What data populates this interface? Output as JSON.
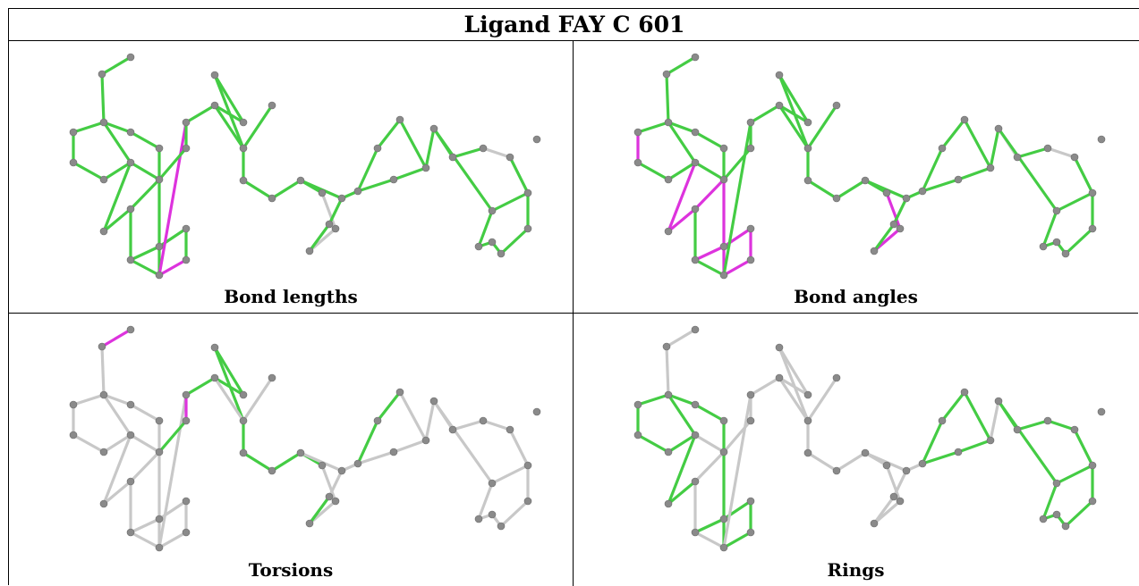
{
  "title": "Ligand FAY C 601",
  "colors": {
    "ok": "#44cc44",
    "outlier": "#dd33dd",
    "neutral": "#c8c8c8",
    "atom": "#8a8a8a"
  },
  "panels": [
    {
      "id": "bond-lengths",
      "caption": "Bond lengths",
      "magenta": [
        [
          12,
          20
        ],
        [
          20,
          19
        ]
      ],
      "gray": [
        [
          27,
          28
        ],
        [
          28,
          29
        ],
        [
          33,
          37
        ],
        [
          39,
          40
        ]
      ]
    },
    {
      "id": "bond-angles",
      "caption": "Bond angles",
      "magenta": [
        [
          3,
          4
        ],
        [
          3,
          9
        ],
        [
          6,
          8
        ],
        [
          8,
          7
        ],
        [
          7,
          11
        ],
        [
          7,
          10
        ],
        [
          11,
          20
        ],
        [
          19,
          20
        ],
        [
          18,
          19
        ],
        [
          17,
          18
        ],
        [
          16,
          17
        ],
        [
          27,
          28
        ],
        [
          28,
          29
        ],
        [
          12,
          16
        ],
        [
          13,
          16
        ]
      ],
      "gray": [
        [
          33,
          37
        ],
        [
          39,
          40
        ],
        [
          37,
          38
        ]
      ]
    },
    {
      "id": "torsions",
      "caption": "Torsions",
      "magenta": [
        [
          0,
          1
        ],
        [
          12,
          13
        ],
        [
          30,
          32
        ]
      ],
      "green": [
        [
          12,
          14
        ],
        [
          14,
          15
        ],
        [
          15,
          21
        ],
        [
          21,
          22
        ],
        [
          22,
          24
        ],
        [
          24,
          25
        ],
        [
          25,
          26
        ],
        [
          26,
          27
        ],
        [
          29,
          30
        ],
        [
          13,
          11
        ],
        [
          32,
          33
        ],
        [
          33,
          34
        ]
      ]
    },
    {
      "id": "rings",
      "caption": "Rings",
      "green": [
        [
          2,
          3
        ],
        [
          3,
          4
        ],
        [
          4,
          5
        ],
        [
          5,
          6
        ],
        [
          6,
          2
        ],
        [
          2,
          9
        ],
        [
          9,
          10
        ],
        [
          10,
          7
        ],
        [
          7,
          8
        ],
        [
          8,
          6
        ],
        [
          10,
          11
        ],
        [
          11,
          12
        ],
        [
          12,
          16
        ],
        [
          16,
          17
        ],
        [
          17,
          18
        ],
        [
          18,
          19
        ],
        [
          19,
          20
        ],
        [
          20,
          11
        ],
        [
          32,
          33
        ],
        [
          33,
          34
        ],
        [
          34,
          36
        ],
        [
          36,
          35
        ],
        [
          35,
          32
        ],
        [
          37,
          38
        ],
        [
          38,
          39
        ],
        [
          39,
          40
        ],
        [
          40,
          41
        ],
        [
          41,
          43
        ],
        [
          43,
          37
        ],
        [
          43,
          42
        ],
        [
          42,
          37
        ],
        [
          41,
          44
        ],
        [
          44,
          45
        ],
        [
          45,
          46
        ],
        [
          46,
          47
        ],
        [
          47,
          43
        ],
        [
          44,
          42
        ]
      ]
    }
  ]
}
